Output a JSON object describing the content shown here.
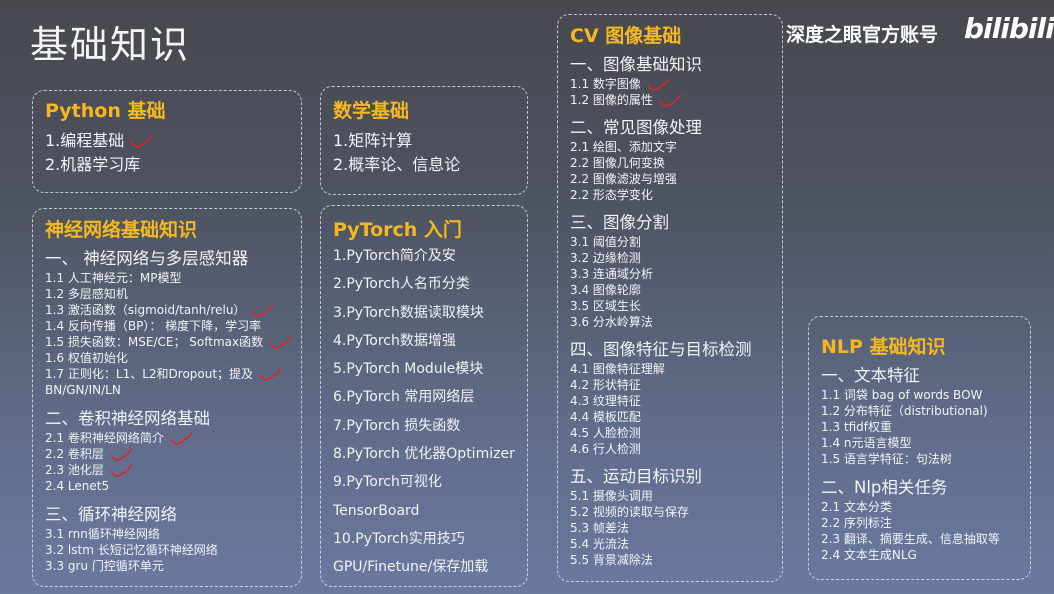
{
  "title": "基础知识",
  "brand": {
    "text": "深度之眼官方账号",
    "logo": "bilibili"
  },
  "check_color": "#e0222a",
  "python": {
    "title": "Python 基础",
    "items": [
      {
        "text": "1.编程基础",
        "checked": true
      },
      {
        "text": "2.机器学习库",
        "checked": false
      }
    ]
  },
  "math": {
    "title": "数学基础",
    "items": [
      "1.矩阵计算",
      "2.概率论、信息论"
    ]
  },
  "nn": {
    "title": "神经网络基础知识",
    "sections": [
      {
        "heading": "一、 神经网络与多层感知器",
        "items": [
          {
            "text": "1.1 人工神经元：MP模型"
          },
          {
            "text": "1.2 多层感知机"
          },
          {
            "text": "1.3 激活函数（sigmoid/tanh/relu）",
            "checked": true
          },
          {
            "text": "1.4 反向传播（BP）： 梯度下降，学习率"
          },
          {
            "text": "1.5 损失函数：MSE/CE； Softmax函数",
            "checked": true
          },
          {
            "text": "1.6 权值初始化"
          },
          {
            "text": "1.7 正则化：L1、L2和Dropout；提及",
            "checked": true
          },
          {
            "text": "BN/GN/IN/LN"
          }
        ]
      },
      {
        "heading": "二、卷积神经网络基础",
        "items": [
          {
            "text": "2.1 卷积神经网络简介",
            "checked": true
          },
          {
            "text": "2.2 卷积层",
            "checked": true
          },
          {
            "text": "2.3 池化层",
            "checked": true
          },
          {
            "text": "2.4 Lenet5"
          }
        ]
      },
      {
        "heading": "三、循环神经网络",
        "items": [
          {
            "text": "3.1 rnn循环神经网络"
          },
          {
            "text": "3.2 lstm 长短记忆循环神经网络"
          },
          {
            "text": "3.3 gru 门控循环单元"
          }
        ]
      }
    ]
  },
  "pytorch": {
    "title": "PyTorch 入门",
    "items": [
      "1.PyTorch简介及安",
      "2.PyTorch人名币分类",
      "3.PyTorch数据读取模块",
      "4.PyTorch数据增强",
      "5.PyTorch Module模块",
      "6.PyTorch 常用网络层",
      "7.PyTorch 损失函数",
      "8.PyTorch 优化器Optimizer",
      "9.PyTorch可视化",
      "TensorBoard",
      "10.PyTorch实用技巧",
      "GPU/Finetune/保存加载"
    ]
  },
  "cv": {
    "title": "CV 图像基础",
    "sections": [
      {
        "heading": "一、图像基础知识",
        "items": [
          {
            "text": "1.1 数字图像",
            "checked": true
          },
          {
            "text": "1.2 图像的属性",
            "checked": true
          }
        ]
      },
      {
        "heading": "二、常见图像处理",
        "items": [
          {
            "text": "2.1 绘图、添加文字"
          },
          {
            "text": "2.2 图像几何变换"
          },
          {
            "text": "2.2 图像滤波与增强"
          },
          {
            "text": "2.2 形态学变化"
          }
        ]
      },
      {
        "heading": "三、图像分割",
        "items": [
          {
            "text": "3.1 阈值分割"
          },
          {
            "text": "3.2 边缘检测"
          },
          {
            "text": "3.3 连通域分析"
          },
          {
            "text": "3.4 图像轮廓"
          },
          {
            "text": "3.5 区域生长"
          },
          {
            "text": "3.6 分水岭算法"
          }
        ]
      },
      {
        "heading": "四、图像特征与目标检测",
        "items": [
          {
            "text": "4.1 图像特征理解"
          },
          {
            "text": "4.2 形状特征"
          },
          {
            "text": "4.3 纹理特征"
          },
          {
            "text": "4.4 模板匹配"
          },
          {
            "text": "4.5 人脸检测"
          },
          {
            "text": "4.6 行人检测"
          }
        ]
      },
      {
        "heading": "五、运动目标识别",
        "items": [
          {
            "text": "5.1 摄像头调用"
          },
          {
            "text": "5.2 视频的读取与保存"
          },
          {
            "text": "5.3 帧差法"
          },
          {
            "text": "5.4 光流法"
          },
          {
            "text": "5.5 背景减除法"
          }
        ]
      }
    ]
  },
  "nlp": {
    "title": "NLP 基础知识",
    "sections": [
      {
        "heading": "一、文本特征",
        "items": [
          {
            "text": "1.1 词袋 bag of words BOW"
          },
          {
            "text": "1.2 分布特征（distributional)"
          },
          {
            "text": "1.3 tfidf权重"
          },
          {
            "text": "1.4 n元语言模型"
          },
          {
            "text": "1.5 语言学特征：句法树"
          }
        ]
      },
      {
        "heading": "二、Nlp相关任务",
        "items": [
          {
            "text": "2.1 文本分类"
          },
          {
            "text": "2.2 序列标注"
          },
          {
            "text": "2.3 翻译、摘要生成、信息抽取等"
          },
          {
            "text": "2.4 文本生成NLG"
          }
        ]
      }
    ]
  }
}
